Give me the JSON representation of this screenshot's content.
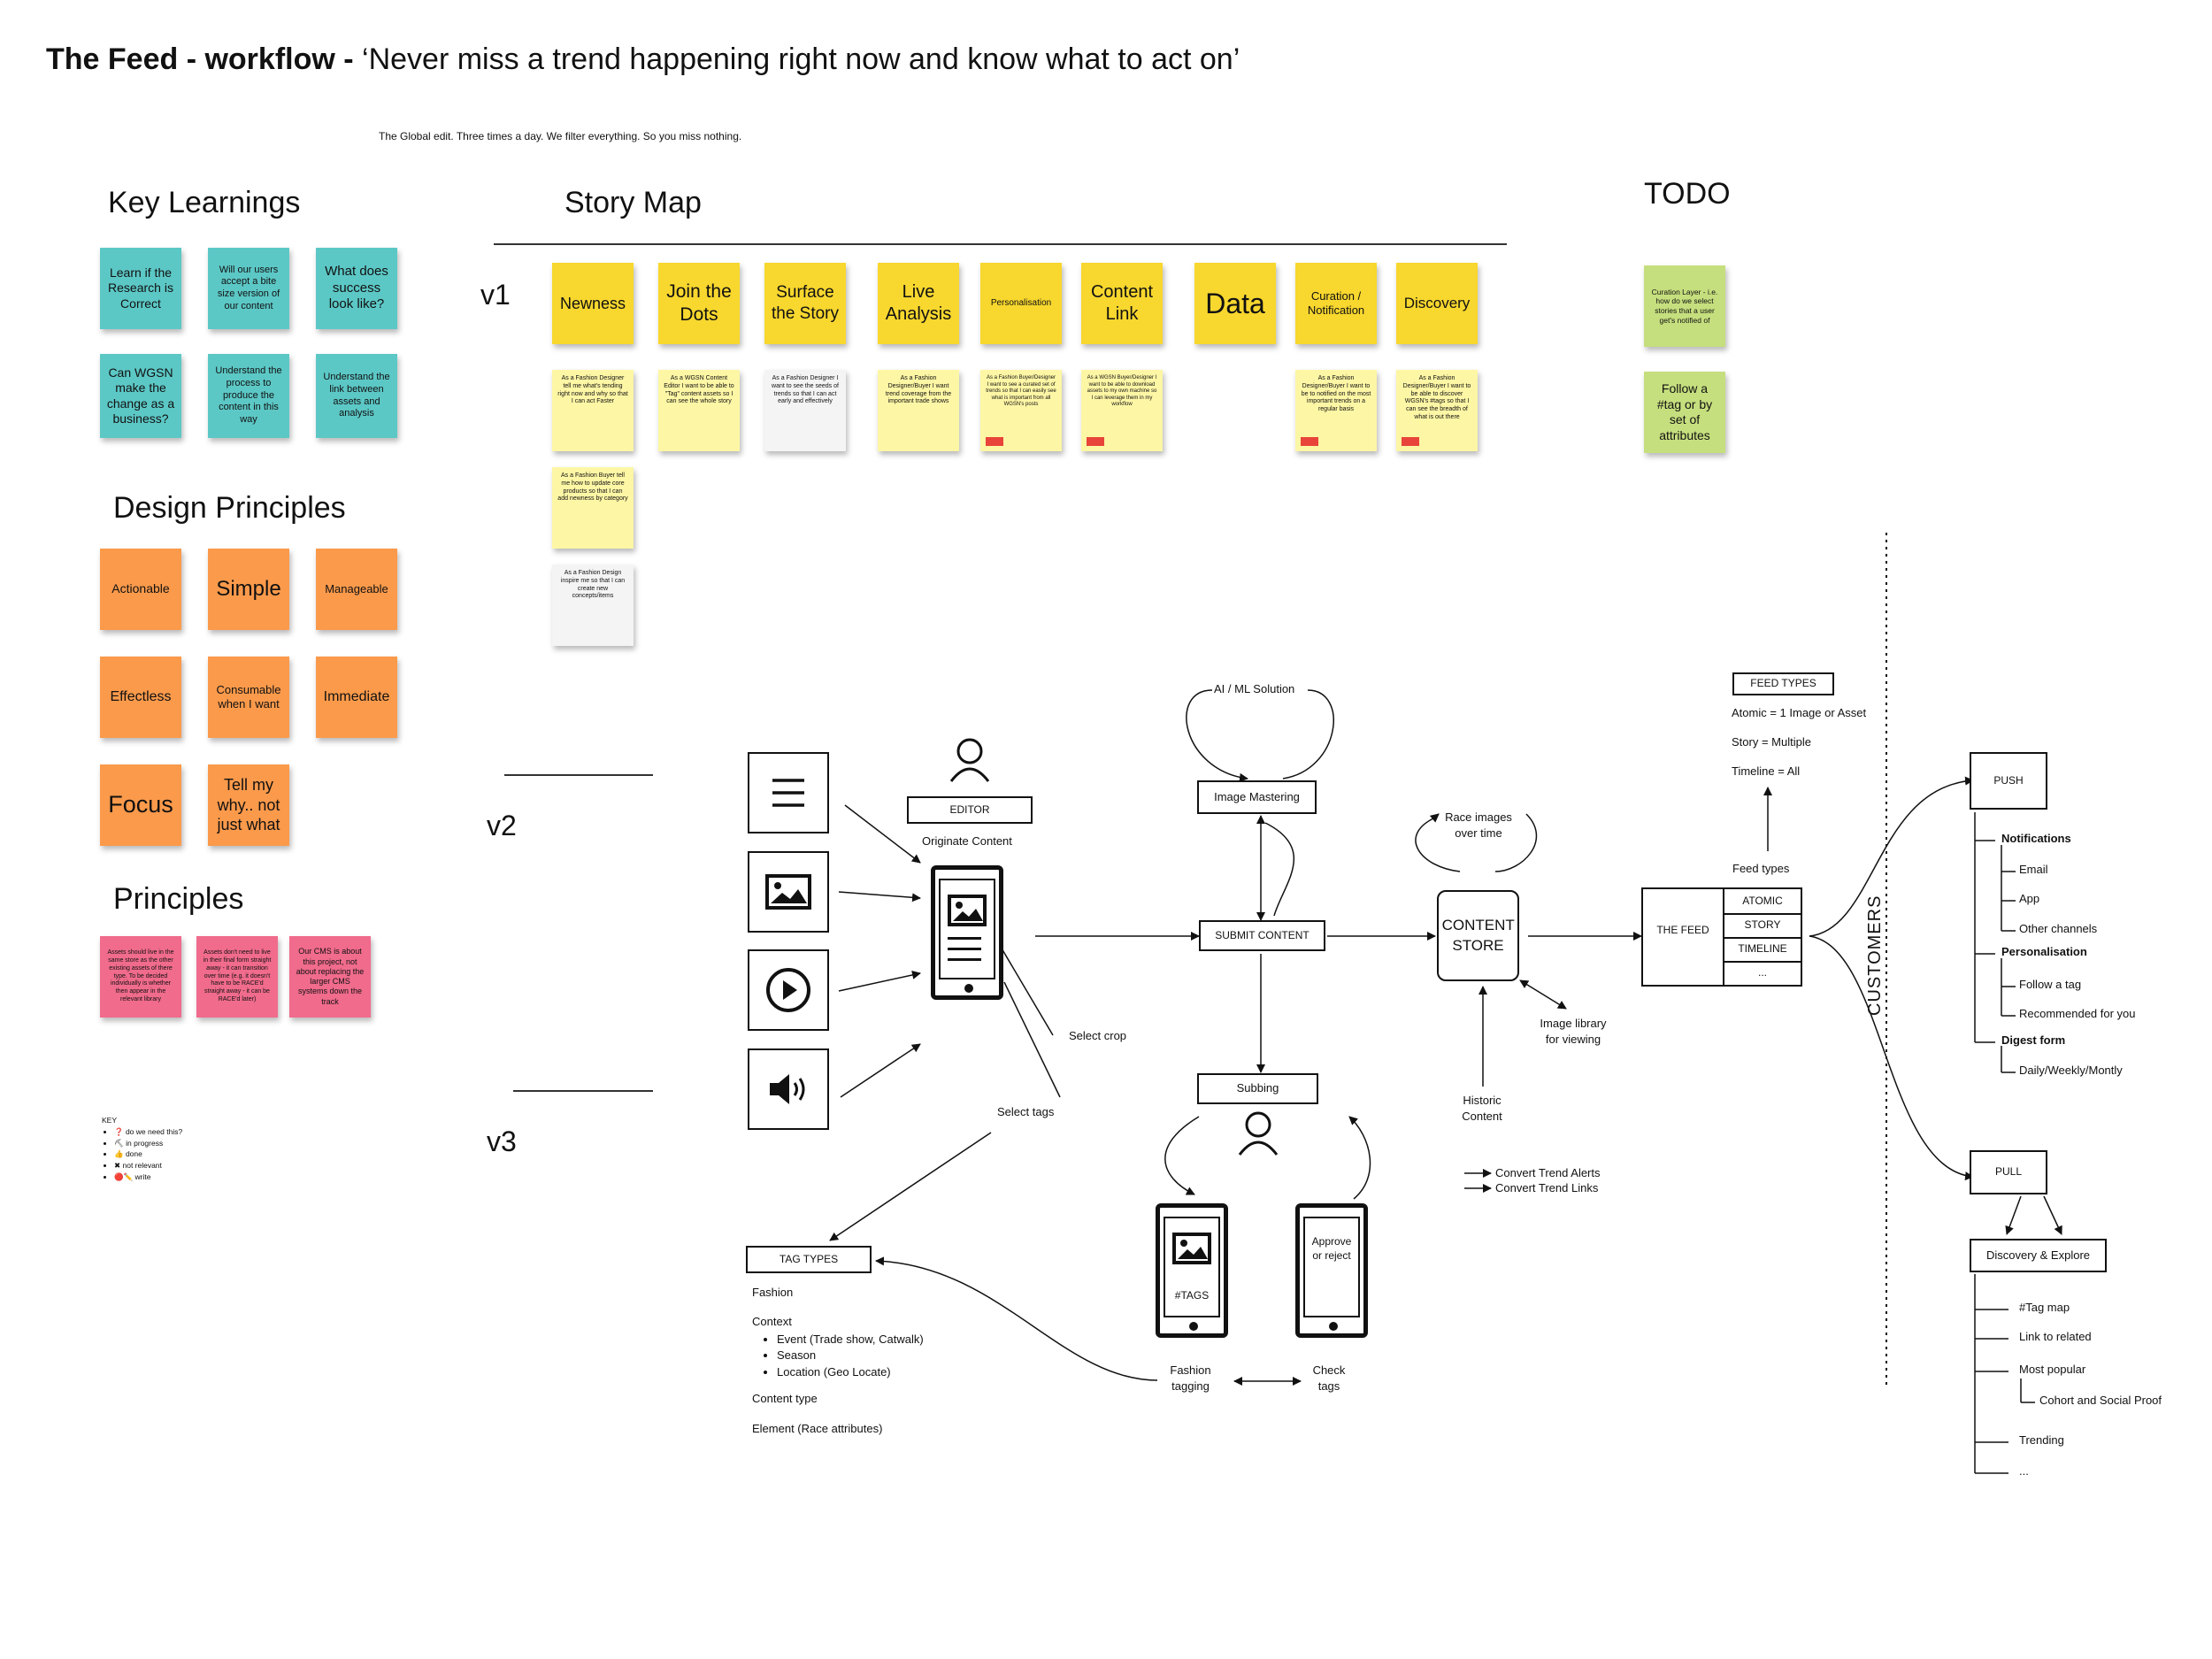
{
  "header": {
    "title_bold": "The Feed - workflow -",
    "title_rest": "‘Never miss a trend happening right now and know what to act on’",
    "subtitle": "The Global edit. Three times a day. We filter everything. So you miss nothing."
  },
  "key_learnings": {
    "heading": "Key Learnings",
    "notes": [
      "Learn if the Research is Correct",
      "Will our users accept a bite size version of our content",
      "What does success look like?",
      "Can WGSN make the change as a business?",
      "Understand the process to produce the content in this way",
      "Understand the link between assets and analysis"
    ]
  },
  "design_principles": {
    "heading": "Design Principles",
    "notes": [
      "Actionable",
      "Simple",
      "Manageable",
      "Effectless",
      "Consumable when I want",
      "Immediate",
      "Focus",
      "Tell my why.. not just what"
    ]
  },
  "principles": {
    "heading": "Principles",
    "notes": [
      "Assets should live in the same store as the other existing assets of there type. To be decided individually is whether then appear in the relevant library",
      "Assets don't need to live in their final form straight away - it can transition over time (e.g. it doesn't have to be RACE'd straight away - it can be RACE'd later)",
      "Our CMS is about this project, not about replacing the larger CMS systems down the track"
    ]
  },
  "key": {
    "title": "KEY",
    "items": [
      "❓ do we need this?",
      "⛏ in progress",
      "👍 done",
      "✖ not relevant",
      "🔴✏️ write"
    ]
  },
  "story_map": {
    "heading": "Story Map",
    "versions": [
      "v1",
      "v2",
      "v3"
    ],
    "epics": [
      "Newness",
      "Join the Dots",
      "Surface the Story",
      "Live Analysis",
      "Personalisation",
      "Content Link",
      "Data",
      "Curation / Notification",
      "Discovery"
    ],
    "stories": [
      "As a Fashion Designer tell me what's tending right now and why so that I can act Faster",
      "As a WGSN Content Editor I want to be able to \"Tag\" content assets so I can see the whole story",
      "As a Fashion Designer I want to see the seeds of trends so that I can act early and effectively",
      "As a Fashion Designer/Buyer I want trend coverage from the important trade shows",
      "As a Fashion Buyer/Designer I want to see a curated set of trends so that I can easily see what is important from all WGSN's posts",
      "As a WGSN Buyer/Designer I want to be able to download assets to my own machine so I can leverage them in my workflow",
      "As a Fashion Designer/Buyer I want to be to notified on the most important trends on a regular basis",
      "As a Fashion Designer/Buyer I want to be able to discover WGSN's #tags so that I can see the breadth of what is out there"
    ],
    "stories_col1_extra": [
      "As a Fashion Buyer tell me how to update core products so that I can add newness by category",
      "As a Fashion Design inspire me so that I can create new concepts/items"
    ]
  },
  "todo": {
    "heading": "TODO",
    "notes": [
      "Curation Layer - i.e. how do we select stories that a user get's notified of",
      "Follow a #tag or by set of attributes"
    ]
  },
  "flow": {
    "editor": "EDITOR",
    "originate": "Originate Content",
    "select_crop": "Select crop",
    "select_tags": "Select tags",
    "ai_ml": "AI / ML Solution",
    "image_mastering": "Image Mastering",
    "submit_content": "SUBMIT CONTENT",
    "subbing": "Subbing",
    "tags_phone": "#TAGS",
    "approve_phone": "Approve or reject",
    "fashion_tagging": "Fashion tagging",
    "check_tags": "Check tags",
    "race_images": "Race images over time",
    "content_store": "CONTENT STORE",
    "image_library": "Image library for viewing",
    "historic_content": "Historic Content",
    "convert_alerts": "Convert Trend Alerts",
    "convert_links": "Convert Trend Links",
    "feed_types_title": "FEED TYPES",
    "feed_types_items": [
      "Atomic = 1 Image or Asset",
      "Story = Multiple",
      "Timeline = All"
    ],
    "feed_types_label": "Feed types",
    "the_feed": "THE FEED",
    "feed_rows": [
      "ATOMIC",
      "STORY",
      "TIMELINE",
      "..."
    ],
    "customers": "CUSTOMERS",
    "tag_types": {
      "title": "TAG TYPES",
      "fashion": "Fashion",
      "context": "Context",
      "context_items": [
        "Event (Trade show, Catwalk)",
        "Season",
        "Location (Geo Locate)"
      ],
      "content_type": "Content type",
      "element": "Element (Race attributes)"
    },
    "push": {
      "title": "PUSH",
      "items": [
        "Notifications",
        "Email",
        "App",
        "Other channels",
        "Personalisation",
        "Follow a tag",
        "Recommended for you",
        "Digest form",
        "Daily/Weekly/Montly"
      ]
    },
    "pull": {
      "title": "PULL",
      "discovery": "Discovery & Explore",
      "items": [
        "#Tag map",
        "Link to related",
        "Most popular",
        "Cohort and Social Proof",
        "Trending",
        "..."
      ]
    }
  }
}
